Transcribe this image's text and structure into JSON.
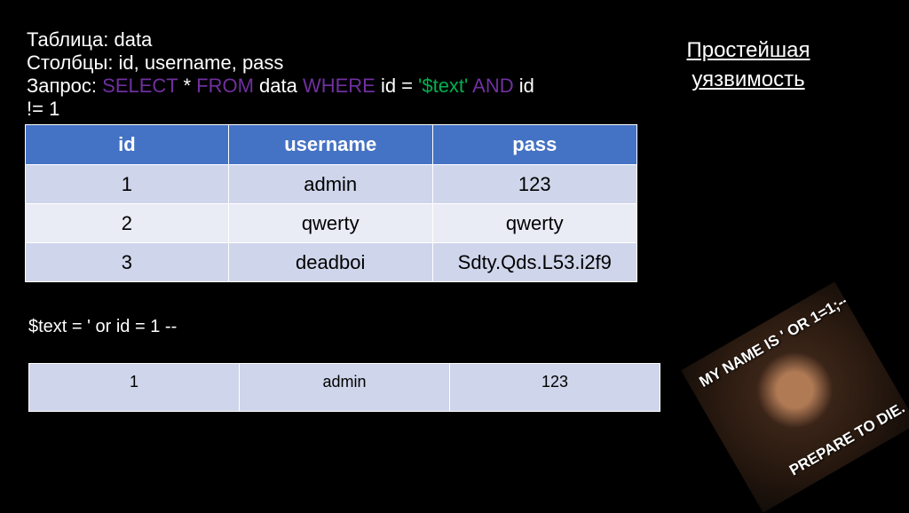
{
  "text_lines": {
    "table_line": "Таблица: data",
    "columns_line": "Столбцы: id, username, pass",
    "query": {
      "label": "Запрос: ",
      "select": "SELECT",
      "star": " * ",
      "from": "FROM",
      "data": " data ",
      "where": "WHERE",
      "id_eq": " id = ",
      "text": "'$text'",
      "and_sp": " ",
      "and": "AND",
      "id_end": " id",
      "cont": "!= 1"
    }
  },
  "title": {
    "line1": "Простейшая",
    "line2": "уязвимость"
  },
  "table": {
    "headers": [
      "id",
      "username",
      "pass"
    ],
    "rows": [
      [
        "1",
        "admin",
        "123"
      ],
      [
        "2",
        "qwerty",
        "qwerty"
      ],
      [
        "3",
        "deadboi",
        "Sdty.Qds.L53.i2f9"
      ]
    ]
  },
  "injection": "$text = ' or id = 1 --",
  "result": {
    "row": [
      "1",
      "admin",
      "123"
    ]
  },
  "meme": {
    "top": "MY NAME IS ' OR 1=1;--",
    "bottom": "PREPARE TO DIE."
  },
  "colors": {
    "header": "#4472c4",
    "row_dark": "#cfd5ea",
    "row_light": "#e9ebf5",
    "keyword": "#7030a0",
    "string": "#00b050"
  }
}
